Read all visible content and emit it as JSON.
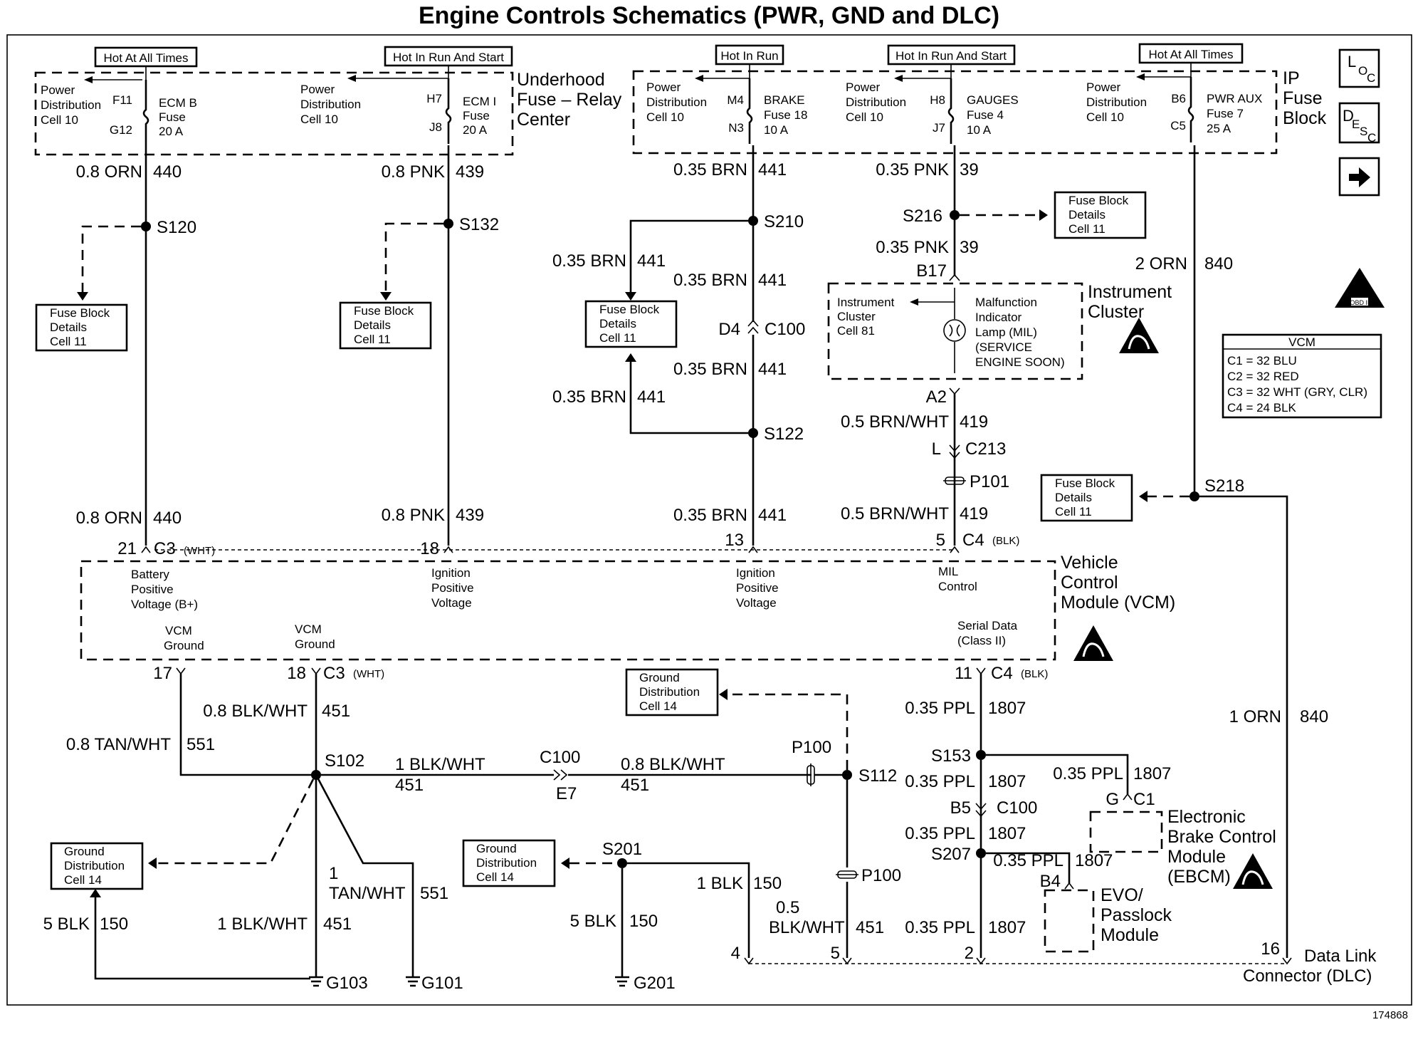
{
  "title": "Engine Controls Schematics (PWR, GND and DLC)",
  "figure_number": "174868",
  "side_icons": {
    "loc": "LOC",
    "desc": "DESC",
    "next": "next-arrow-icon",
    "obd": "OBD II"
  },
  "vcm_connectors": {
    "header": "VCM",
    "lines": [
      "C1 = 32 BLU",
      "C2 = 32 RED",
      "C3 = 32 WHT (GRY, CLR)",
      "C4 = 24 BLK"
    ]
  },
  "hot_labels": {
    "a": "Hot At All Times",
    "b": "Hot In Run And Start",
    "c": "Hot In Run",
    "d": "Hot In Run And Start",
    "e": "Hot At All Times"
  },
  "underhood": {
    "title1": "Underhood",
    "title2": "Fuse – Relay",
    "title3": "Center",
    "pd1": "Power",
    "pd2": "Distribution",
    "pd3": "Cell 10",
    "fuse1": {
      "pin_top": "F11",
      "pin_bot": "G12",
      "n1": "ECM B",
      "n2": "Fuse",
      "n3": "20 A"
    },
    "fuse2": {
      "pin_top": "H7",
      "pin_bot": "J8",
      "n1": "ECM I",
      "n2": "Fuse",
      "n3": "20 A"
    }
  },
  "ip_block": {
    "title1": "IP",
    "title2": "Fuse",
    "title3": "Block",
    "pd1": "Power",
    "pd2": "Distribution",
    "pd3": "Cell 10",
    "fuse1": {
      "pin_top": "M4",
      "pin_bot": "N3",
      "n1": "BRAKE",
      "n2": "Fuse 18",
      "n3": "10 A"
    },
    "fuse2": {
      "pin_top": "H8",
      "pin_bot": "J7",
      "n1": "GAUGES",
      "n2": "Fuse 4",
      "n3": "10 A"
    },
    "fuse3": {
      "pin_top": "B6",
      "pin_bot": "C5",
      "n1": "PWR AUX",
      "n2": "Fuse 7",
      "n3": "25 A"
    }
  },
  "wires": {
    "w440": {
      "color": "0.8 ORN",
      "circuit": "440"
    },
    "w439": {
      "color": "0.8 PNK",
      "circuit": "439"
    },
    "w441": {
      "color": "0.35 BRN",
      "circuit": "441"
    },
    "w39": {
      "color": "0.35 PNK",
      "circuit": "39"
    },
    "w840a": {
      "color": "2 ORN",
      "circuit": "840"
    },
    "w840b": {
      "color": "1 ORN",
      "circuit": "840"
    },
    "w419": {
      "color": "0.5 BRN/WHT",
      "circuit": "419"
    },
    "w551": {
      "color": "0.8 TAN/WHT",
      "circuit": "551"
    },
    "w451a": {
      "color": "0.8 BLK/WHT",
      "circuit": "451"
    },
    "w451b": {
      "color": "1 BLK/WHT",
      "circuit": "451"
    },
    "w551b": {
      "color1": "1",
      "color2": "TAN/WHT",
      "circuit": "551"
    },
    "w150a": {
      "color": "5 BLK",
      "circuit": "150"
    },
    "w150b": {
      "color": "1 BLK",
      "circuit": "150"
    },
    "w451c": {
      "color1": "0.5",
      "color2": "BLK/WHT",
      "circuit": "451"
    },
    "w1807": {
      "color": "0.35 PPL",
      "circuit": "1807"
    }
  },
  "splices": {
    "s120": "S120",
    "s132": "S132",
    "s210": "S210",
    "s216": "S216",
    "s122": "S122",
    "s218": "S218",
    "s102": "S102",
    "s112": "S112",
    "s201": "S201",
    "s153": "S153",
    "s207": "S207"
  },
  "fuse_block_details": {
    "l1": "Fuse Block",
    "l2": "Details",
    "l3": "Cell 11"
  },
  "ground_distribution": {
    "l1": "Ground",
    "l2": "Distribution",
    "l3": "Cell 14"
  },
  "connectors": {
    "d4": "D4",
    "c100": "C100",
    "b17": "B17",
    "a2": "A2",
    "l": "L",
    "c213": "C213",
    "p101": "P101",
    "p100": "P100",
    "e7": "E7",
    "b5": "B5",
    "g": "G",
    "c1": "C1",
    "b4": "B4"
  },
  "grounds": {
    "g103": "G103",
    "g101": "G101",
    "g201": "G201"
  },
  "instrument_cluster": {
    "title1": "Instrument",
    "title2": "Cluster",
    "ic1": "Instrument",
    "ic2": "Cluster",
    "ic3": "Cell 81",
    "mil1": "Malfunction",
    "mil2": "Indicator",
    "mil3": "Lamp (MIL)",
    "mil4": "(SERVICE",
    "mil5": "ENGINE SOON)"
  },
  "vcm": {
    "title1": "Vehicle",
    "title2": "Control",
    "title3": "Module (VCM)",
    "c3_top": "C3",
    "c3_top_color": "(WHT)",
    "c4_top": "C4",
    "c4_top_color": "(BLK)",
    "c3_bot": "C3",
    "c3_bot_color": "(WHT)",
    "c4_bot": "C4",
    "c4_bot_color": "(BLK)",
    "pin21": "21",
    "pin18": "18",
    "pin13": "13",
    "pin5": "5",
    "pin17": "17",
    "pin18b": "18",
    "pin11": "11",
    "bat1": "Battery",
    "bat2": "Positive",
    "bat3": "Voltage (B+)",
    "ign1": "Ignition",
    "ign2": "Positive",
    "ign3": "Voltage",
    "ign4": "Ignition",
    "ign5": "Positive",
    "ign6": "Voltage",
    "mil1": "MIL",
    "mil2": "Control",
    "gnd1": "VCM",
    "gnd2": "Ground",
    "gnd3": "VCM",
    "gnd4": "Ground",
    "ser1": "Serial Data",
    "ser2": "(Class II)"
  },
  "ebcm": {
    "l1": "Electronic",
    "l2": "Brake Control",
    "l3": "Module",
    "l4": "(EBCM)"
  },
  "evo": {
    "l1": "EVO/",
    "l2": "Passlock",
    "l3": "Module"
  },
  "dlc": {
    "l1": "Data Link",
    "l2": "Connector (DLC)",
    "pin4": "4",
    "pin5": "5",
    "pin2": "2",
    "pin16": "16"
  }
}
